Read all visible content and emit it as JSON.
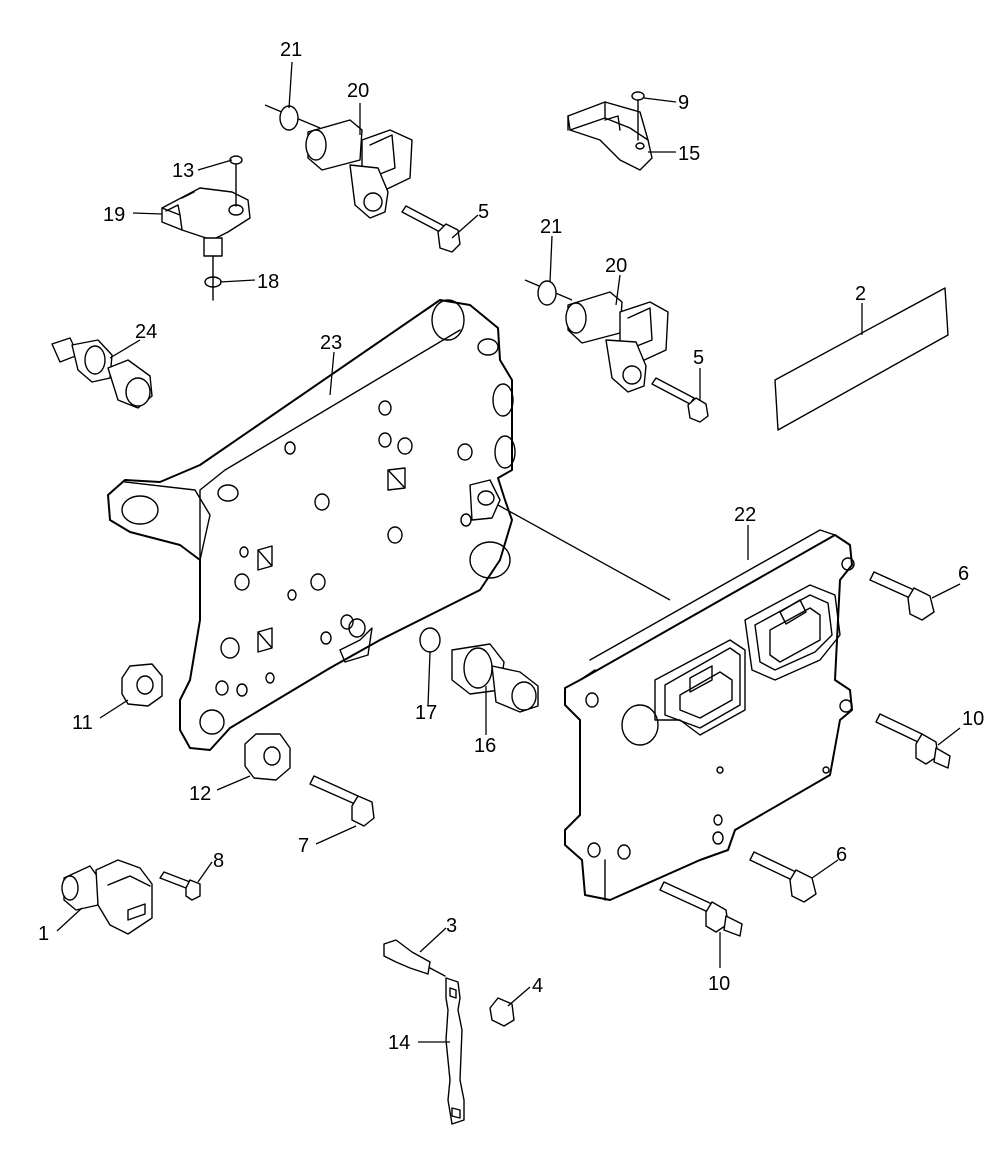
{
  "diagram": {
    "callouts": [
      {
        "id": "c21a",
        "text": "21"
      },
      {
        "id": "c20a",
        "text": "20"
      },
      {
        "id": "c13",
        "text": "13"
      },
      {
        "id": "c19",
        "text": "19"
      },
      {
        "id": "c5a",
        "text": "5"
      },
      {
        "id": "c18",
        "text": "18"
      },
      {
        "id": "c9",
        "text": "9"
      },
      {
        "id": "c15",
        "text": "15"
      },
      {
        "id": "c21b",
        "text": "21"
      },
      {
        "id": "c20b",
        "text": "20"
      },
      {
        "id": "c2",
        "text": "2"
      },
      {
        "id": "c24",
        "text": "24"
      },
      {
        "id": "c23",
        "text": "23"
      },
      {
        "id": "c5b",
        "text": "5"
      },
      {
        "id": "c22",
        "text": "22"
      },
      {
        "id": "c6a",
        "text": "6"
      },
      {
        "id": "c10a",
        "text": "10"
      },
      {
        "id": "c11",
        "text": "11"
      },
      {
        "id": "c17",
        "text": "17"
      },
      {
        "id": "c16",
        "text": "16"
      },
      {
        "id": "c12",
        "text": "12"
      },
      {
        "id": "c7",
        "text": "7"
      },
      {
        "id": "c8",
        "text": "8"
      },
      {
        "id": "c6b",
        "text": "6"
      },
      {
        "id": "c1",
        "text": "1"
      },
      {
        "id": "c3",
        "text": "3"
      },
      {
        "id": "c4",
        "text": "4"
      },
      {
        "id": "c10b",
        "text": "10"
      },
      {
        "id": "c14",
        "text": "14"
      }
    ]
  }
}
